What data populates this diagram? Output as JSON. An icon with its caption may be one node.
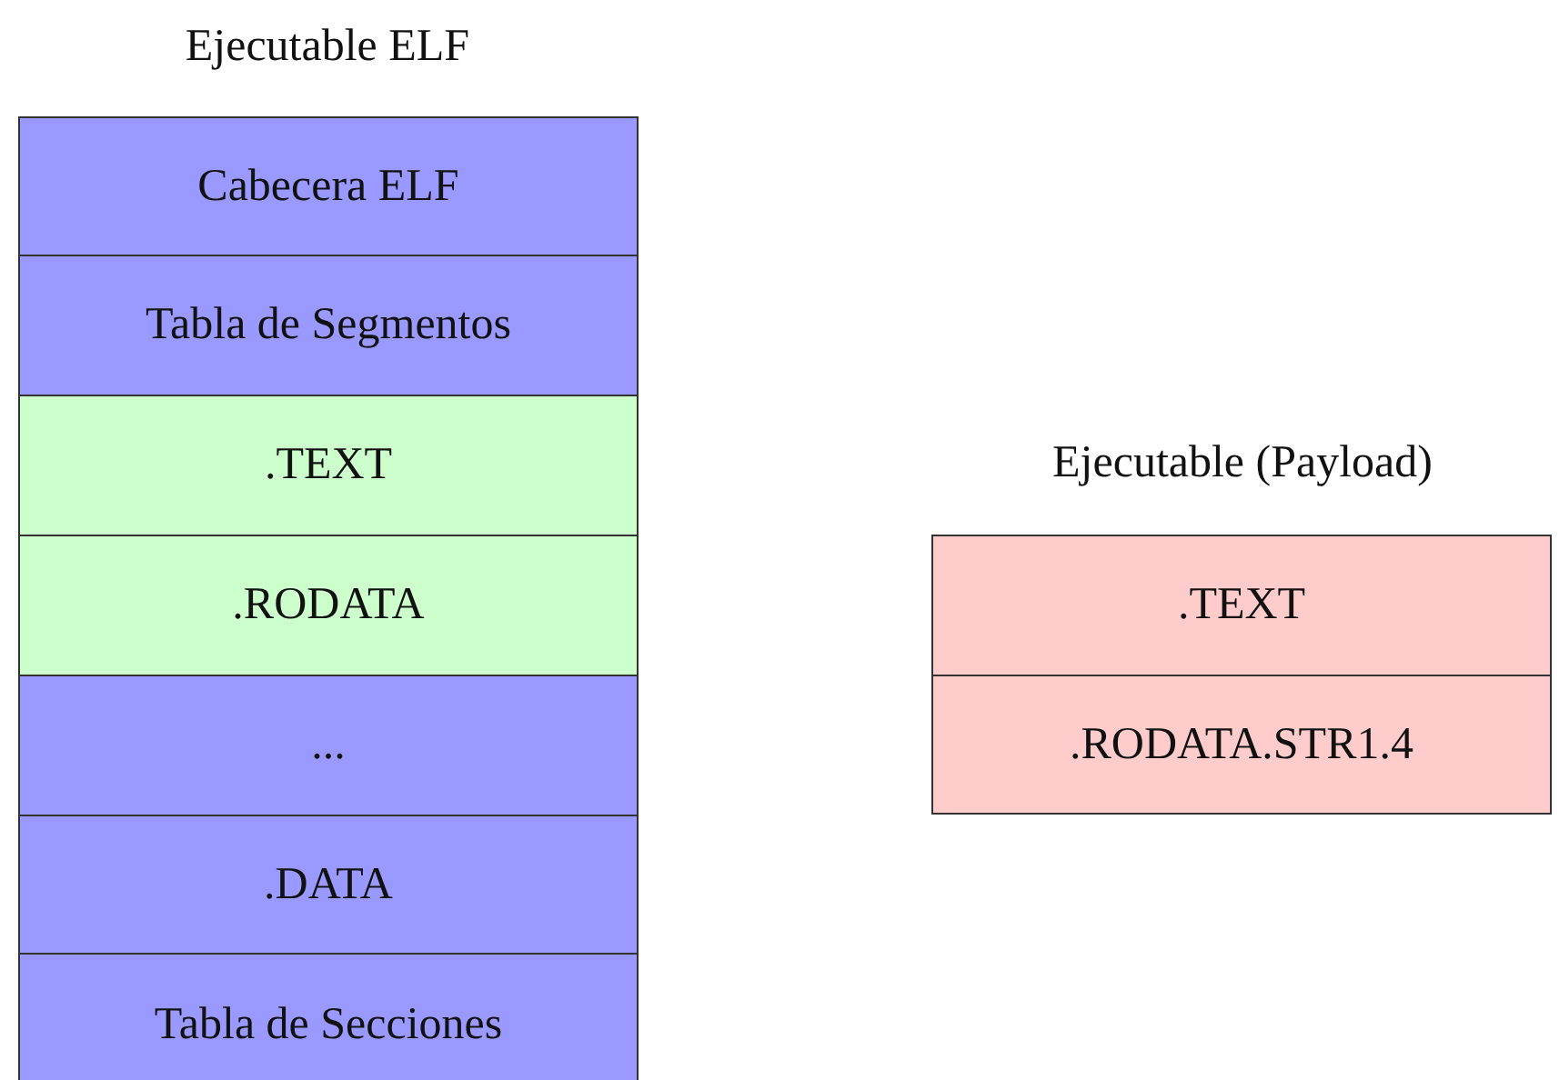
{
  "diagram": {
    "nodes": [
      {
        "text": [
          "Cabecera ELF"
        ]
      },
      {
        "text": [
          "Tabla de Segmentos"
        ]
      },
      {
        "text": [
          ".TEXT"
        ]
      },
      {
        "text": [
          ".RODATA"
        ]
      },
      {
        "text": [
          "..."
        ]
      },
      {
        "text": [
          ".DATA"
        ]
      },
      {
        "text": [
          "Tabla de Secciones"
        ]
      },
      {
        "text": [
          ".TEXT"
        ]
      },
      {
        "text": [
          ".RODATA.STR1.4"
        ]
      }
    ],
    "labels": [
      "Ejecutable ELF",
      "Ejecutable (Payload)"
    ]
  }
}
